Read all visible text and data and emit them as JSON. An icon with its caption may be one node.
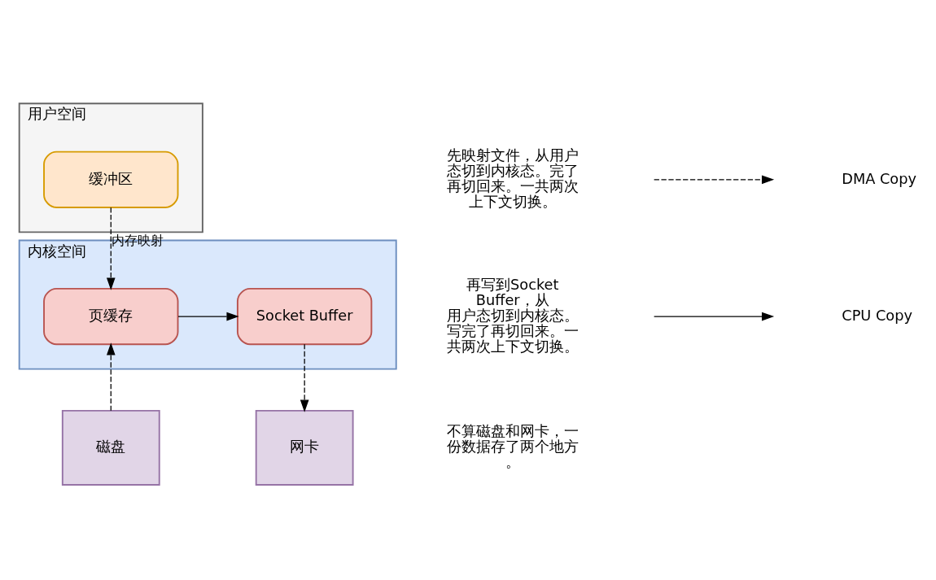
{
  "diagram": {
    "nodes": [
      {
        "text": [
          "用户空间"
        ]
      },
      {
        "text": [
          "缓冲区"
        ],
        "in": 0
      },
      {
        "text": [
          "内核空间"
        ]
      },
      {
        "text": [
          "页缓存"
        ],
        "in": 2
      },
      {
        "text": [
          "Socket Buffer"
        ],
        "in": 2
      },
      {
        "text": [
          "磁盘"
        ]
      },
      {
        "text": [
          "网卡"
        ]
      }
    ],
    "edges": [
      {
        "from": 1,
        "to": 3,
        "arrow": "to",
        "style": "dashed",
        "label": "内存映射"
      },
      {
        "from": 3,
        "to": 4,
        "arrow": "to"
      },
      {
        "from": 5,
        "to": 3,
        "arrow": "to",
        "style": "dashed"
      },
      {
        "from": 4,
        "to": 6,
        "arrow": "to",
        "style": "dashed"
      }
    ],
    "labels": [
      "先映射文件，从用户态切到内核态。完了再切回来。一共两次上下文切换。",
      "再写到Socket Buffer，从用户态切到内核态。写完了再切回来。一共两次上下文切换。",
      "不算磁盘和网卡，一份数据存了两个地方。"
    ],
    "legend": [
      {
        "text": "DMA Copy"
      },
      {
        "text": "CPU Copy"
      }
    ]
  }
}
